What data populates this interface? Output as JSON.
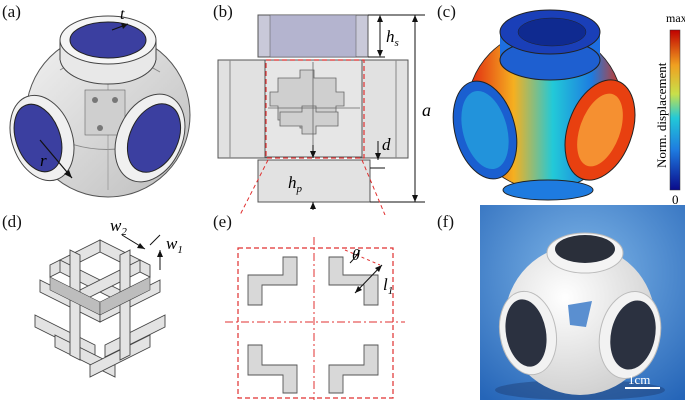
{
  "panels": {
    "a": "(a)",
    "b": "(b)",
    "c": "(c)",
    "d": "(d)",
    "e": "(e)",
    "f": "(f)"
  },
  "labels_a": {
    "t": "t",
    "r": "r"
  },
  "labels_b": {
    "hs_main": "h",
    "hs_sub": "s",
    "a": "a",
    "d": "d",
    "hp_main": "h",
    "hp_sub": "p"
  },
  "labels_d": {
    "w2_main": "w",
    "w2_sub": "2",
    "w1_main": "w",
    "w1_sub": "1"
  },
  "labels_e": {
    "theta": "θ",
    "l1_main": "l",
    "l1_sub": "1"
  },
  "colorbar": {
    "max": "max",
    "min": "0",
    "title": "Norm. displacement"
  },
  "photo": {
    "scale": "1cm"
  },
  "colors": {
    "magnet_blue": "#3b3fa0",
    "frame_gray": "#d4d4d4",
    "dash_red": "#e03030",
    "bg_photo": "#2f78c8"
  }
}
